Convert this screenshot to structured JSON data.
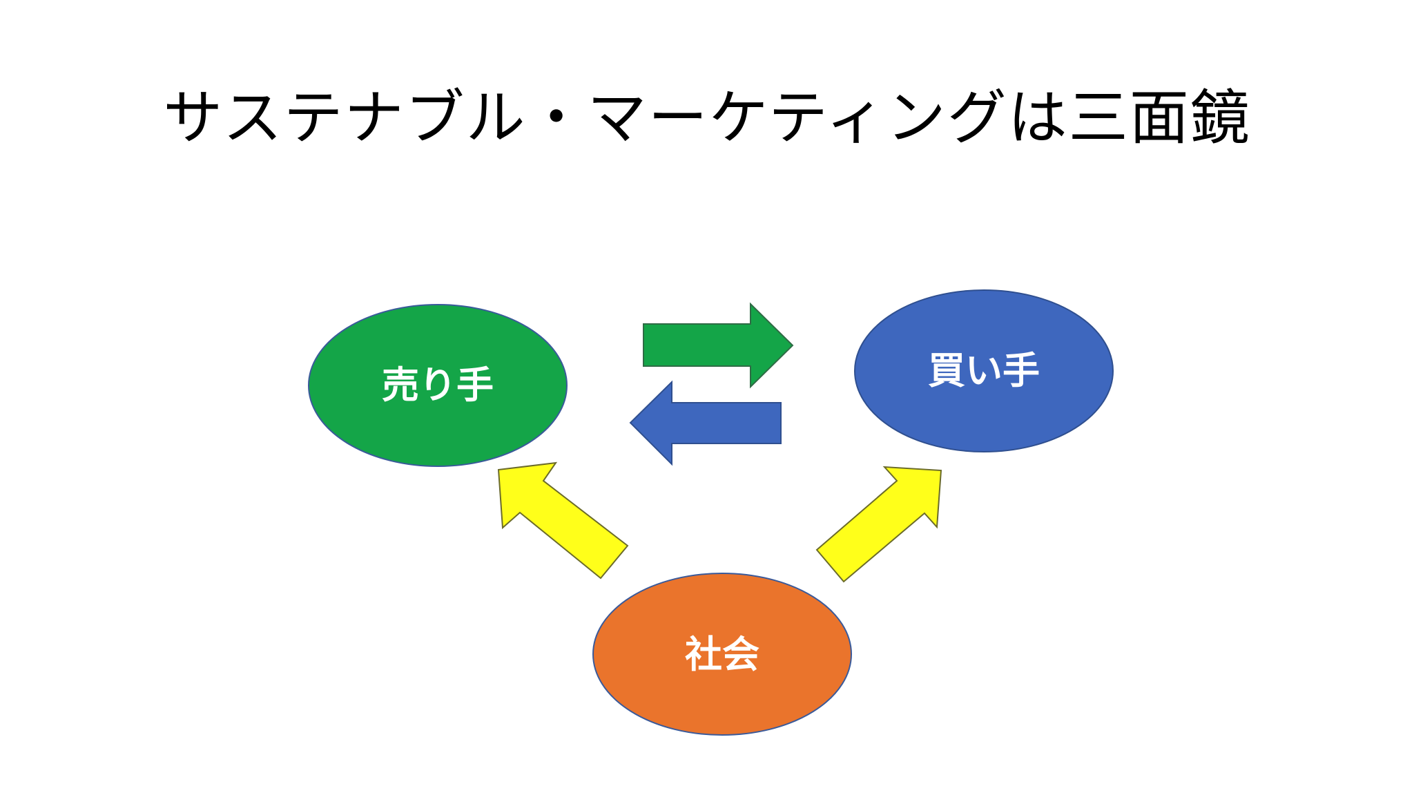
{
  "title": "サステナブル・マーケティングは三面鏡",
  "nodes": {
    "seller": {
      "label": "売り手",
      "color": "#14a548"
    },
    "buyer": {
      "label": "買い手",
      "color": "#3e67be"
    },
    "society": {
      "label": "社会",
      "color": "#ea742c"
    }
  },
  "arrows": {
    "seller_to_buyer": {
      "color": "#14a548"
    },
    "buyer_to_seller": {
      "color": "#3e67be"
    },
    "society_to_seller": {
      "color": "#ffff1a"
    },
    "society_to_buyer": {
      "color": "#ffff1a"
    }
  }
}
